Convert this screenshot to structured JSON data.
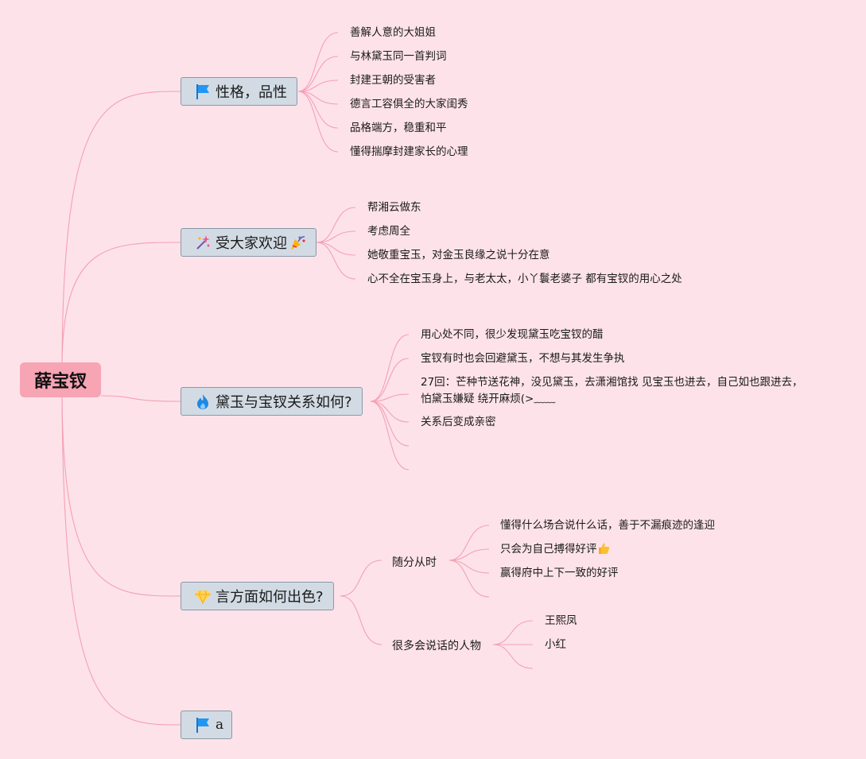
{
  "root": "薛宝钗",
  "branches": [
    {
      "label": "性格，品性",
      "icon": "blue-flag-icon",
      "items": [
        "善解人意的大姐姐",
        "与林黛玉同一首判词",
        "封建王朝的受害者",
        "德言工容俱全的大家闺秀",
        "品格端方，稳重和平",
        "懂得揣摩封建家长的心理"
      ]
    },
    {
      "label": "受大家欢迎",
      "icon": "sparkles-icon",
      "icon_after": "party-popper-icon",
      "items": [
        "帮湘云做东",
        "考虑周全",
        "她敬重宝玉，对金玉良缘之说十分在意",
        "心不全在宝玉身上，与老太太，小丫鬟老婆子 都有宝钗的用心之处"
      ]
    },
    {
      "label": "黛玉与宝钗关系如何?",
      "icon": "fire-icon",
      "items": [
        "用心处不同，很少发现黛玉吃宝钗的醋",
        "宝钗有时也会回避黛玉，不想与其发生争执",
        "27回：芒种节送花神，没见黛玉，去潇湘馆找 见宝玉也进去，自己如也跟进去，",
        "怕黛玉嫌疑 绕开麻烦(>﹏﹏",
        "关系后变成亲密"
      ]
    },
    {
      "label": "言方面如何出色?",
      "icon": "gem-icon",
      "subs": [
        {
          "label": "随分从时",
          "items": [
            "懂得什么场合说什么话，善于不漏痕迹的逢迎",
            "只会为自己搏得好评",
            "赢得府中上下一致的好评"
          ],
          "icon_after": "thumbs-up-icon"
        },
        {
          "label": "很多会说话的人物",
          "items": [
            "王熙凤",
            "小红"
          ]
        }
      ]
    },
    {
      "label": "a",
      "icon": "blue-flag-icon"
    }
  ],
  "colors": {
    "background": "#fde3e9",
    "root": "#f7a4b4",
    "node": "#d2dbe4",
    "line": "#f4a0b5"
  }
}
